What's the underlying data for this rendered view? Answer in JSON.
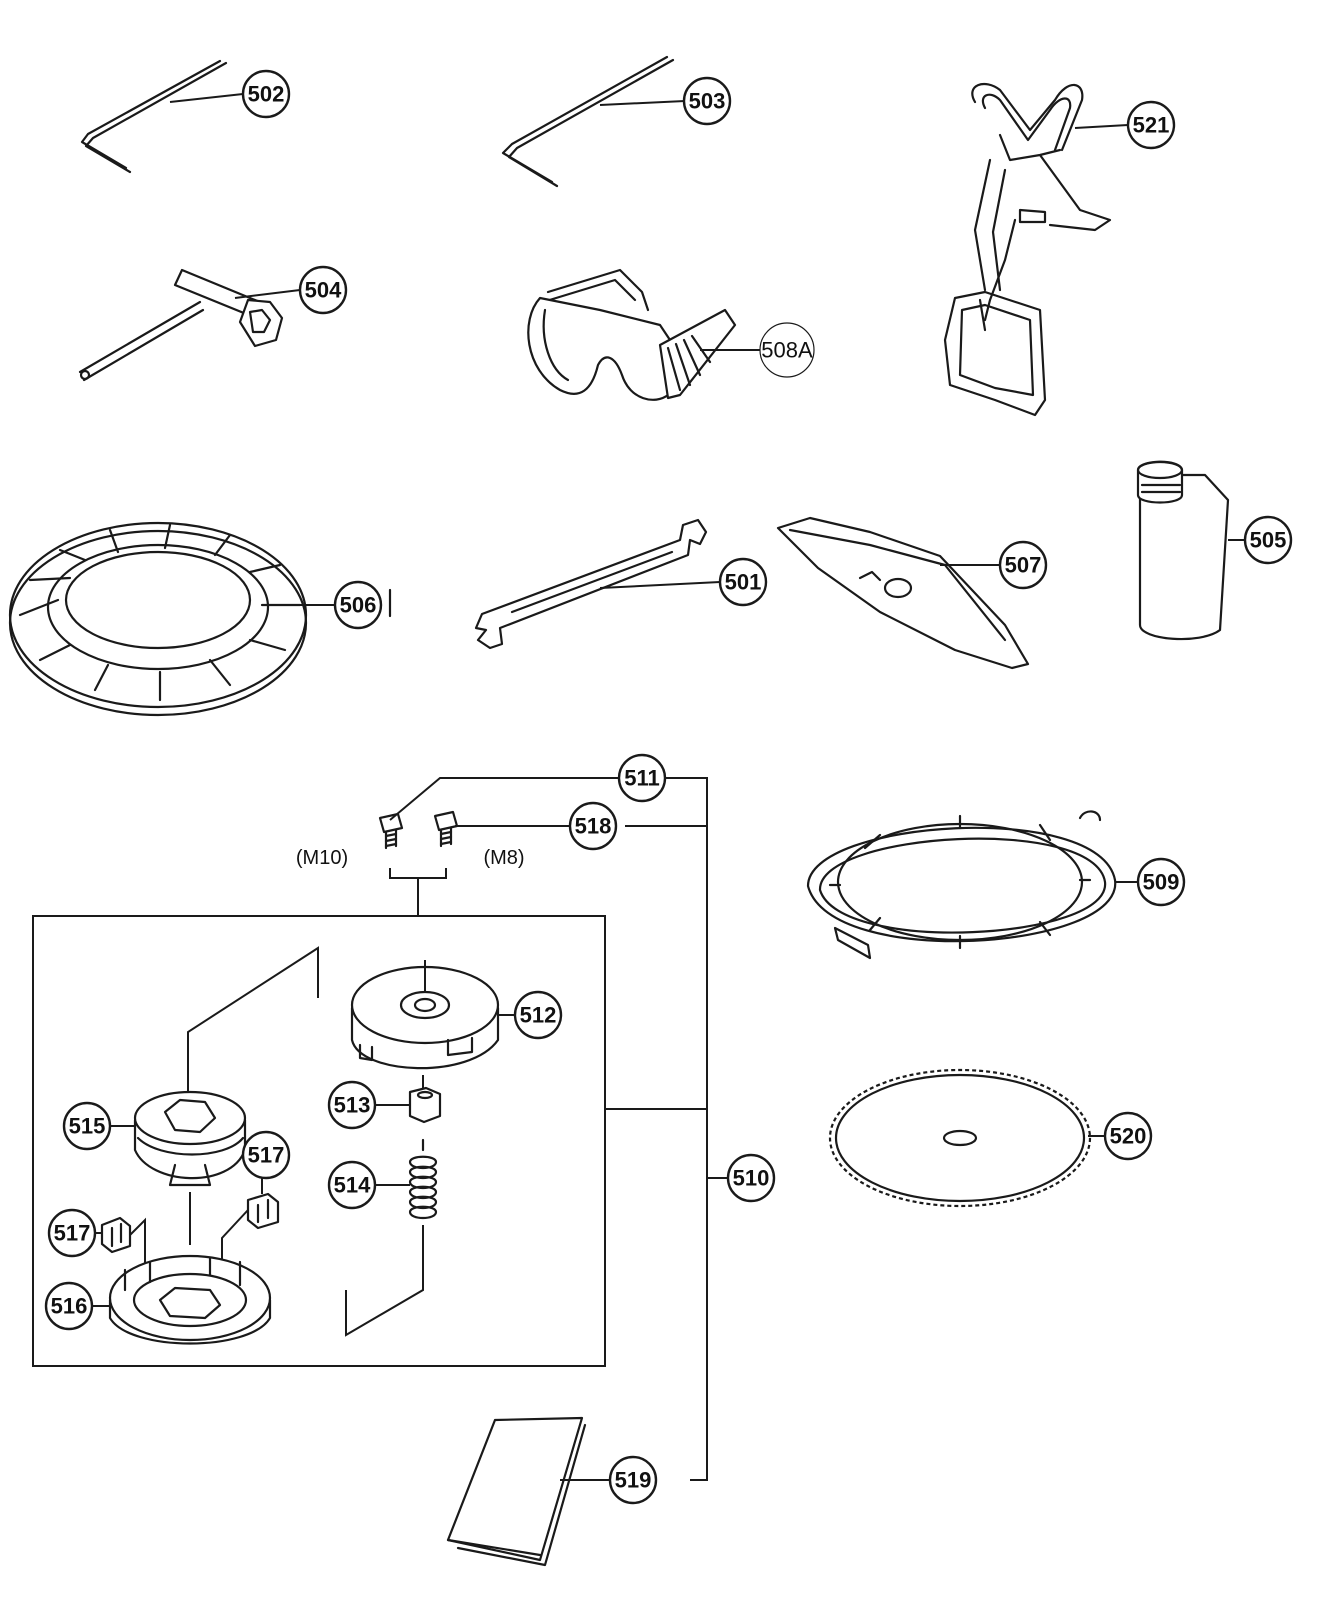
{
  "callouts": {
    "p501": "501",
    "p502": "502",
    "p503": "503",
    "p504": "504",
    "p505": "505",
    "p506": "506",
    "p507": "507",
    "p508A": "508A",
    "p509": "509",
    "p510": "510",
    "p511": "511",
    "p512": "512",
    "p513": "513",
    "p514": "514",
    "p515": "515",
    "p516": "516",
    "p517a": "517",
    "p517b": "517",
    "p518": "518",
    "p519": "519",
    "p520": "520",
    "p521": "521"
  },
  "size_labels": {
    "m10": "(M10)",
    "m8": "(M8)"
  }
}
